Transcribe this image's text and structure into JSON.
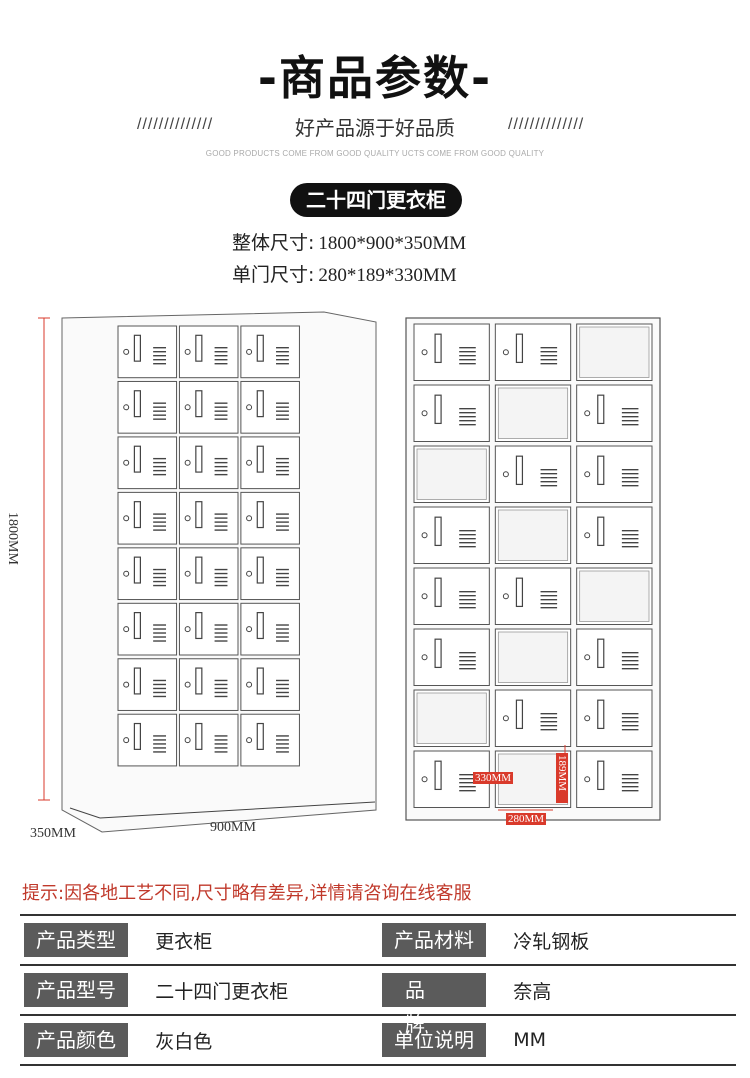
{
  "header": {
    "title": "-商品参数-",
    "subtitle": "好产品源于好品质",
    "slashes_left": "//////////////",
    "slashes_right": "//////////////",
    "english": "GOOD PRODUCTS COME FROM GOOD QUALITY  UCTS COME FROM GOOD QUALITY"
  },
  "product": {
    "badge": "二十四门更衣柜",
    "overall_label": "整体尺寸:",
    "overall_value": "1800*900*350MM",
    "door_label": "单门尺寸:",
    "door_value": "280*189*330MM"
  },
  "diagram": {
    "height_label": "1800MM",
    "width_label": "900MM",
    "depth_label": "350MM",
    "door_depth_label": "330MM",
    "door_height_label": "189MM",
    "door_width_label": "280MM",
    "rows": 8,
    "cols": 3,
    "accent_color": "#d93a2b"
  },
  "notice": "提示:因各地工艺不同,尺寸略有差异,详情请咨询在线客服",
  "params": [
    {
      "label1": "产品类型",
      "value1": "更衣柜",
      "label2": "产品材料",
      "value2": "冷轧钢板"
    },
    {
      "label1": "产品型号",
      "value1": "二十四门更衣柜",
      "label2": "品牌",
      "value2": "奈高"
    },
    {
      "label1": "产品颜色",
      "value1": "灰白色",
      "label2": "单位说明",
      "value2": "MM"
    }
  ]
}
